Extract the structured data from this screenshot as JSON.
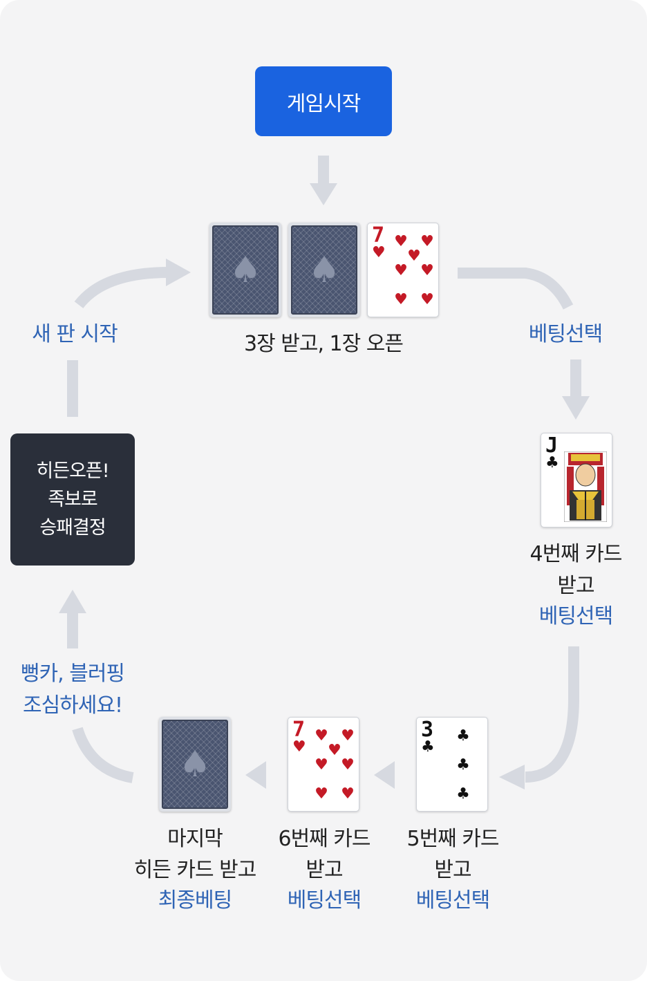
{
  "start_button": "게임시작",
  "step1": {
    "label": "3장 받고, 1장 오픈"
  },
  "step1_bet": "베팅선택",
  "step2": {
    "line1": "4번째 카드",
    "line2": "받고",
    "bet": "베팅선택"
  },
  "step3": {
    "line1": "5번째 카드",
    "line2": "받고",
    "bet": "베팅선택"
  },
  "step4": {
    "line1": "6번째 카드",
    "line2": "받고",
    "bet": "베팅선택"
  },
  "step5": {
    "line1": "마지막",
    "line2": "히든 카드 받고",
    "bet": "최종베팅"
  },
  "tip": {
    "line1": "뻥카, 블러핑",
    "line2": "조심하세요!"
  },
  "result": {
    "line1": "히든오픈!",
    "line2": "족보로",
    "line3": "승패결정"
  },
  "new_round": "새 판 시작",
  "cards": {
    "seven": {
      "rank": "7",
      "suit": "♥"
    },
    "jack": {
      "rank": "J",
      "suit": "♣"
    },
    "three": {
      "rank": "3",
      "suit": "♣"
    },
    "back_symbol": "♠"
  },
  "colors": {
    "accent_blue": "#1a63e0",
    "label_blue": "#2f64b5",
    "dark_box": "#2a2f3a",
    "arrow_gray": "#d6d9e0"
  }
}
